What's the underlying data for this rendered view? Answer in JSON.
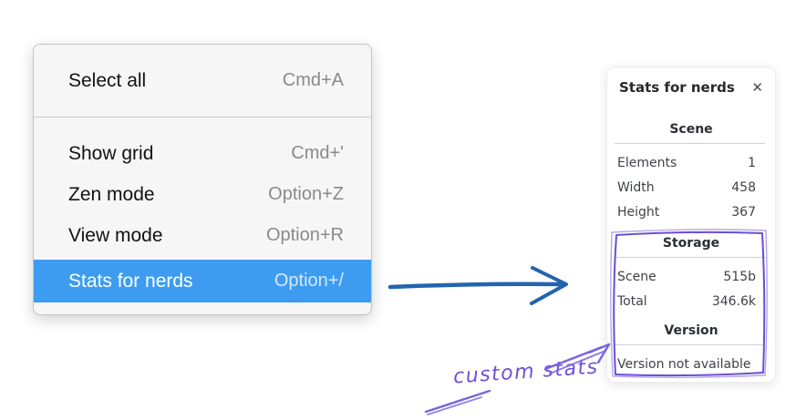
{
  "context_menu": {
    "items": [
      {
        "label": "Select all",
        "shortcut": "Cmd+A"
      },
      {
        "label": "Show grid",
        "shortcut": "Cmd+'"
      },
      {
        "label": "Zen mode",
        "shortcut": "Option+Z"
      },
      {
        "label": "View mode",
        "shortcut": "Option+R"
      },
      {
        "label": "Stats for nerds",
        "shortcut": "Option+/"
      }
    ],
    "highlighted_item": "Stats for nerds",
    "highlight_color": "#3e9cf0"
  },
  "stats_panel": {
    "title": "Stats for nerds",
    "close_icon": "✕",
    "sections": [
      {
        "header": "Scene",
        "rows": [
          {
            "label": "Elements",
            "value": "1"
          },
          {
            "label": "Width",
            "value": "458"
          },
          {
            "label": "Height",
            "value": "367"
          }
        ]
      },
      {
        "header": "Storage",
        "rows": [
          {
            "label": "Scene",
            "value": "515b"
          },
          {
            "label": "Total",
            "value": "346.6k"
          }
        ]
      },
      {
        "header": "Version",
        "note": "Version not available"
      }
    ]
  },
  "annotation": {
    "label": "custom stats",
    "color": "#6f4fd9"
  },
  "colors": {
    "menu_highlight": "#3e9cf0",
    "arrow_blue": "#2264ae",
    "annotation_purple": "#7a63e0"
  }
}
